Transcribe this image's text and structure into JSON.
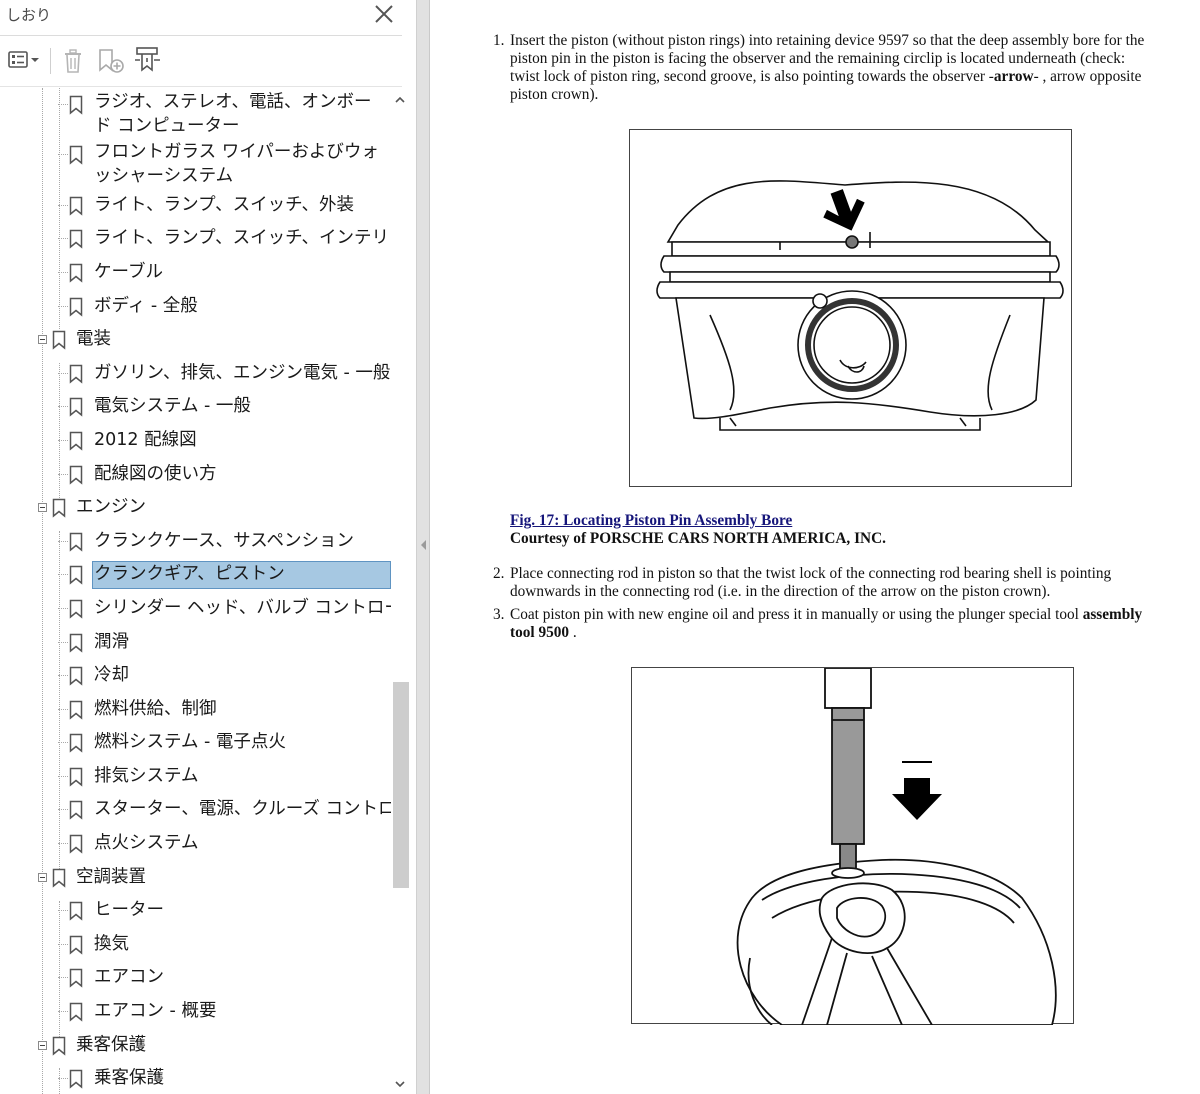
{
  "panel": {
    "title": "しおり",
    "icons": {
      "close": "close-icon",
      "options": "list-options-icon",
      "delete": "delete-bookmark-icon",
      "new": "new-bookmark-icon",
      "expand": "expand-bookmark-icon"
    }
  },
  "bookmarks": [
    {
      "label": "ラジオ、ステレオ、電話、オンボード コンピューター",
      "level": 2,
      "twoline": true
    },
    {
      "label": "フロントガラス ワイパーおよびウォッシャーシステム",
      "level": 2,
      "twoline": true
    },
    {
      "label": "ライト、ランプ、スイッチ、外装",
      "level": 2
    },
    {
      "label": "ライト、ランプ、スイッチ、インテリア",
      "level": 2
    },
    {
      "label": "ケーブル",
      "level": 2
    },
    {
      "label": "ボディ - 全般",
      "level": 2
    },
    {
      "label": "電装",
      "level": 1,
      "toggle": true
    },
    {
      "label": "ガソリン、排気、エンジン電気 - 一般",
      "level": 2
    },
    {
      "label": "電気システム - 一般",
      "level": 2
    },
    {
      "label": "2012 配線図",
      "level": 2
    },
    {
      "label": "配線図の使い方",
      "level": 2
    },
    {
      "label": "エンジン",
      "level": 1,
      "toggle": true
    },
    {
      "label": "クランクケース、サスペンション",
      "level": 2
    },
    {
      "label": "クランクギア、ピストン",
      "level": 2,
      "selected": true
    },
    {
      "label": "シリンダー ヘッド、バルブ コントロール",
      "level": 2
    },
    {
      "label": "潤滑",
      "level": 2
    },
    {
      "label": "冷却",
      "level": 2
    },
    {
      "label": "燃料供給、制御",
      "level": 2
    },
    {
      "label": "燃料システム - 電子点火",
      "level": 2
    },
    {
      "label": "排気システム",
      "level": 2
    },
    {
      "label": "スターター、電源、クルーズ コントロール",
      "level": 2
    },
    {
      "label": "点火システム",
      "level": 2
    },
    {
      "label": "空調装置",
      "level": 1,
      "toggle": true
    },
    {
      "label": "ヒーター",
      "level": 2
    },
    {
      "label": "換気",
      "level": 2
    },
    {
      "label": "エアコン",
      "level": 2
    },
    {
      "label": "エアコン - 概要",
      "level": 2
    },
    {
      "label": "乗客保護",
      "level": 1,
      "toggle": true
    },
    {
      "label": "乗客保護",
      "level": 2
    }
  ],
  "document": {
    "step1": {
      "num": "1.",
      "line1": "Insert the piston (without piston rings) into retaining device 9597 so that the deep assembly bore for the",
      "line2": "piston pin in the piston is facing the observer and the remaining circlip is located underneath (check:",
      "line3_pre": "twist lock of piston ring, second groove, is also pointing towards the observer -",
      "line3_bold": "arrow",
      "line3_post": "- , arrow opposite",
      "line4": "piston crown)."
    },
    "figure1": {
      "caption": "Fig. 17: Locating Piston Pin Assembly Bore",
      "courtesy": "Courtesy of PORSCHE CARS NORTH AMERICA, INC."
    },
    "step2": {
      "num": "2.",
      "line1": "Place connecting rod in piston so that the twist lock of the connecting rod bearing shell is pointing",
      "line2": "downwards in the connecting rod (i.e. in the direction of the arrow on the piston crown)."
    },
    "step3": {
      "num": "3.",
      "line1_pre": "Coat piston pin with new engine oil and press it in manually or using the plunger special tool ",
      "line1_bold": "assembly",
      "line2_bold": "tool 9500",
      "line2_post": " ."
    }
  }
}
